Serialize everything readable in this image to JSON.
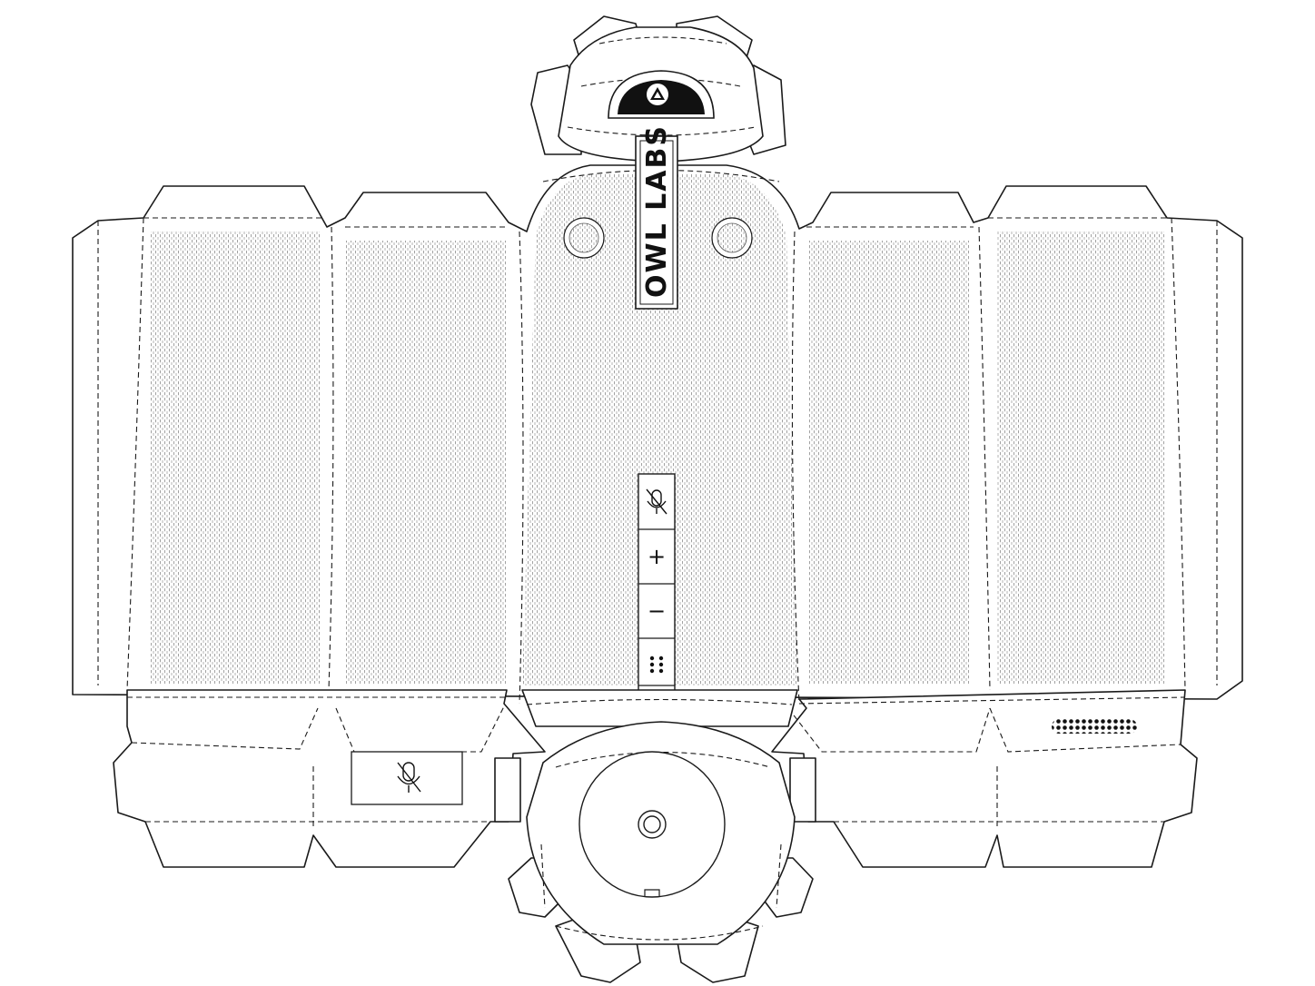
{
  "brand": {
    "logo_text": "OWL LABS"
  },
  "control_strip": {
    "buttons": [
      {
        "name": "mute",
        "icon": "mic-muted-icon"
      },
      {
        "name": "volume-up",
        "symbol": "+"
      },
      {
        "name": "volume-down",
        "symbol": "−"
      },
      {
        "name": "pair",
        "icon": "dots-icon"
      }
    ]
  },
  "side_label": {
    "icon": "mic-muted-icon"
  },
  "colors": {
    "line": "#1a1a1a",
    "mesh": "#bdbdbd",
    "background": "#ffffff"
  }
}
